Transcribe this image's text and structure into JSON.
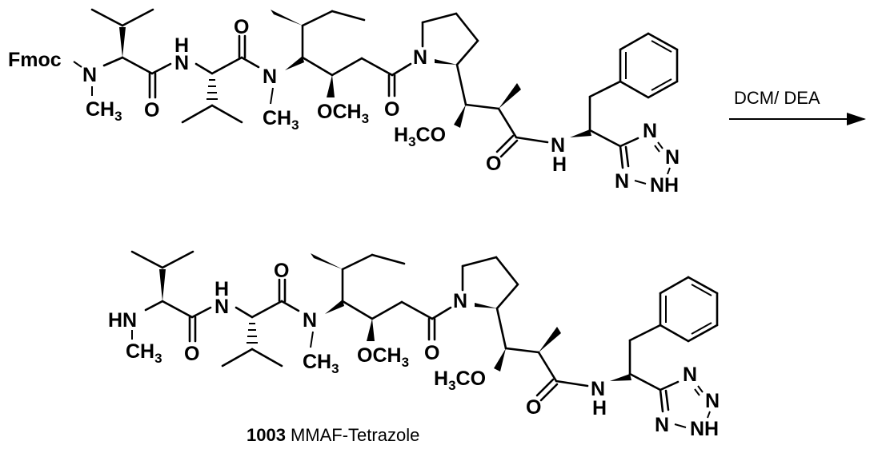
{
  "diagram": {
    "type": "chemical-reaction-scheme",
    "reactant": {
      "protecting_group": "Fmoc",
      "atoms": {
        "n1": "N",
        "ch3_1": "CH",
        "ch3_1_sub": "3",
        "o1": "O",
        "nh1_h": "H",
        "nh1_n": "N",
        "o2": "O",
        "n2": "N",
        "ch3_2": "CH",
        "ch3_2_sub": "3",
        "och3": "OCH",
        "och3_sub": "3",
        "o3": "O",
        "n_pro": "N",
        "h3co_h": "H",
        "h3co_sub": "3",
        "h3co_co": "CO",
        "o4": "O",
        "nh2_n": "N",
        "nh2_h": "H",
        "tz_n1": "N",
        "tz_n2": "N",
        "tz_n3": "N",
        "tz_nh": "NH"
      }
    },
    "reagent": {
      "label": "DCM/ DEA"
    },
    "product": {
      "name_number": "1003",
      "name": "MMAF-Tetrazole",
      "atoms": {
        "hn": "HN",
        "ch3_1": "CH",
        "ch3_1_sub": "3",
        "o1": "O",
        "nh1_h": "H",
        "nh1_n": "N",
        "o2": "O",
        "n2": "N",
        "ch3_2": "CH",
        "ch3_2_sub": "3",
        "och3": "OCH",
        "och3_sub": "3",
        "o3": "O",
        "n_pro": "N",
        "h3co_h": "H",
        "h3co_sub": "3",
        "h3co_co": "CO",
        "o4": "O",
        "nh2_n": "N",
        "nh2_h": "H",
        "tz_n1": "N",
        "tz_n2": "N",
        "tz_n3": "N",
        "tz_nh": "NH"
      }
    }
  }
}
